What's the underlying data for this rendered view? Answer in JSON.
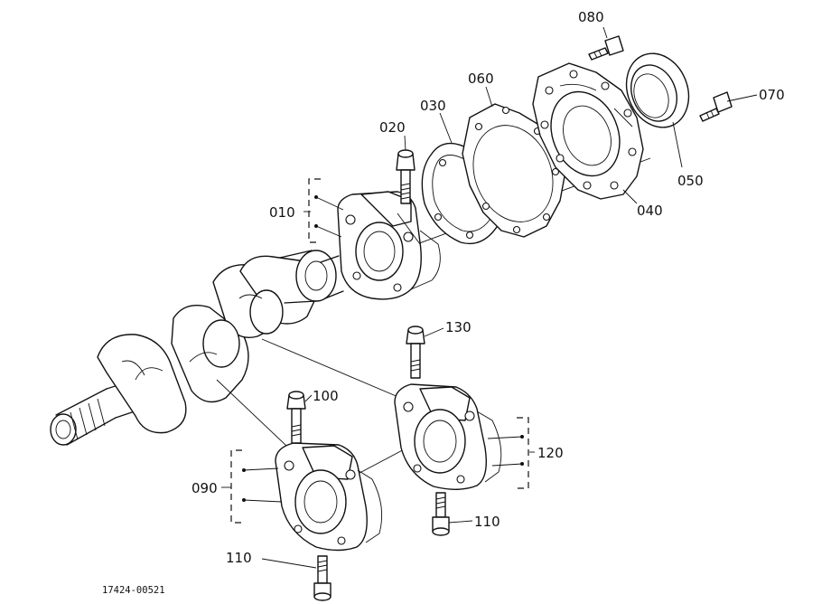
{
  "labels": {
    "p010": "010",
    "p020": "020",
    "p030": "030",
    "p040": "040",
    "p050": "050",
    "p060": "060",
    "p070": "070",
    "p080": "080",
    "p090": "090",
    "p100": "100",
    "p110a": "110",
    "p110b": "110",
    "p120": "120",
    "p130": "130"
  },
  "reference": "17424-00521"
}
